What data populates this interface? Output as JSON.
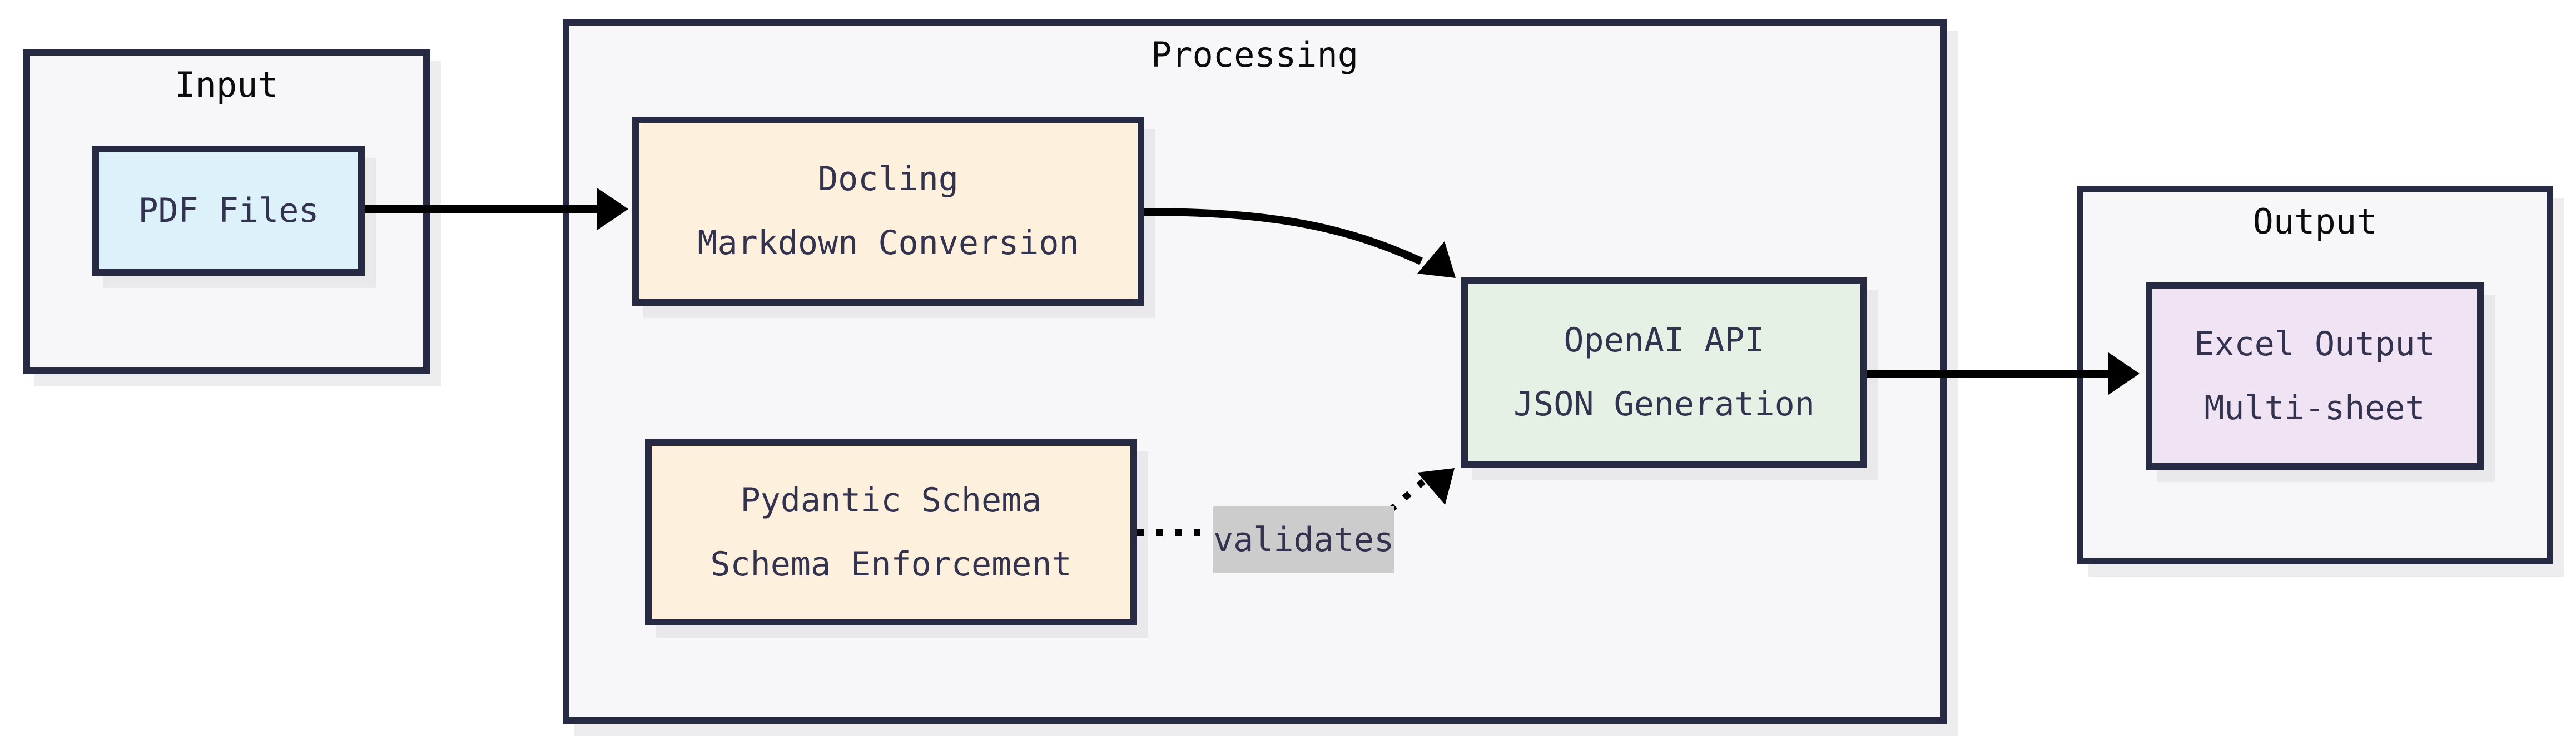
{
  "diagram": {
    "containers": {
      "input": {
        "title": "Input"
      },
      "processing": {
        "title": "Processing"
      },
      "output": {
        "title": "Output"
      }
    },
    "nodes": {
      "pdf": {
        "label": "PDF Files"
      },
      "docling": {
        "line1": "Docling",
        "line2": "Markdown Conversion"
      },
      "pydantic": {
        "line1": "Pydantic Schema",
        "line2": "Schema Enforcement"
      },
      "openai": {
        "line1": "OpenAI API",
        "line2": "JSON Generation"
      },
      "excel": {
        "line1": "Excel Output",
        "line2": "Multi-sheet"
      }
    },
    "edge_labels": {
      "validates": "validates"
    },
    "colors": {
      "page_bg": "#ffffff",
      "container_fill": "#f7f7f9",
      "border": "#262a42",
      "arrow": "#000000",
      "node_blue": "#ddf1fb",
      "node_cream": "#fdf0dc",
      "node_green": "#e4f1e4",
      "node_purple": "#f0e3f4",
      "label_bg": "#cccccc",
      "node_text": "#33334f",
      "title_text": "#0b0b0b",
      "node_shadow": "#e9e9eb",
      "container_shadow": "#ededef"
    }
  }
}
